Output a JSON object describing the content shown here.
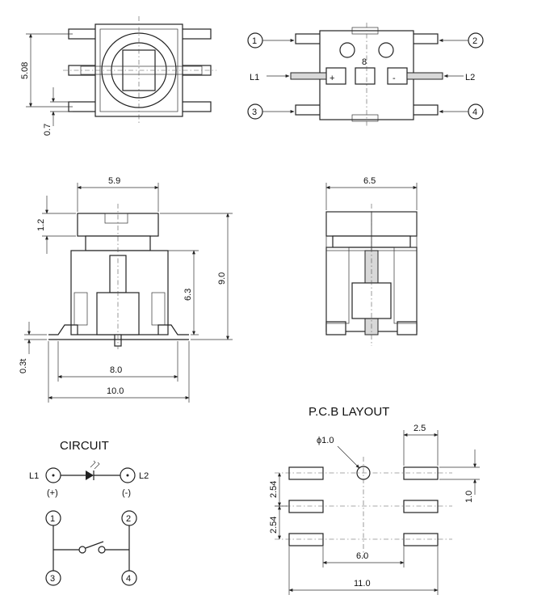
{
  "dimensions": {
    "top_height": "5.08",
    "top_lead": "0.7",
    "front_width": "5.9",
    "front_cap": "1.2",
    "front_body": "6.3",
    "front_total": "9.0",
    "front_lead_thk": "0.3t",
    "front_lead_span": "8.0",
    "front_overall": "10.0",
    "side_width": "6.5"
  },
  "bottom_view": {
    "pins": [
      "1",
      "2",
      "3",
      "4"
    ],
    "led_l1": "L1",
    "led_l2": "L2",
    "center_mark": "8",
    "plus": "+",
    "minus": "-"
  },
  "circuit": {
    "title": "CIRCUIT",
    "l1": "L1",
    "l2": "L2",
    "plus": "(+)",
    "minus": "(-)",
    "pins": [
      "1",
      "2",
      "3",
      "4"
    ]
  },
  "pcb_layout": {
    "title": "P.C.B LAYOUT",
    "hole": "ϕ1.0",
    "pad_width": "2.5",
    "pitch_a": "2.54",
    "pitch_b": "2.54",
    "pad_height": "1.0",
    "inner_span": "6.0",
    "outer_span": "11.0"
  }
}
